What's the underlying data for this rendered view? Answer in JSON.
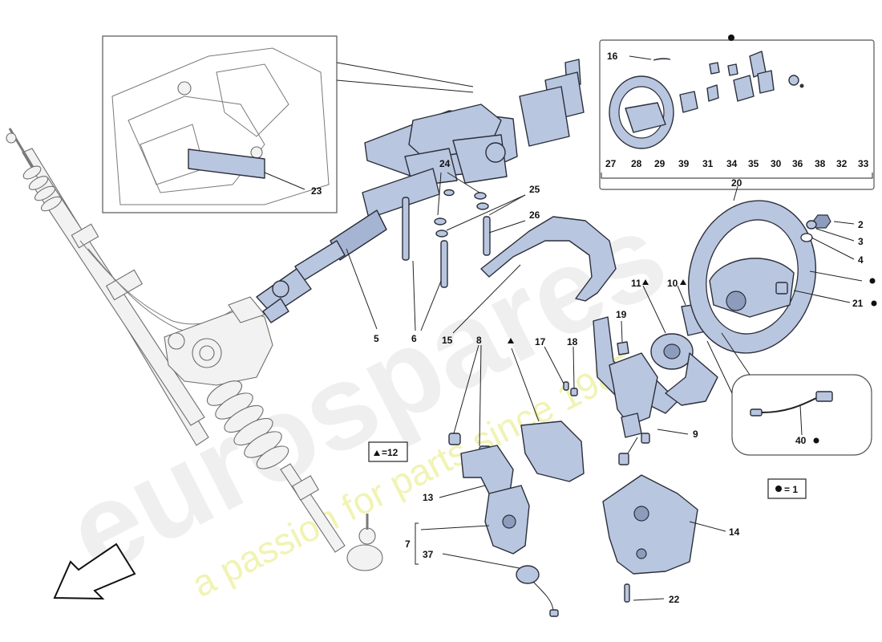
{
  "watermark": {
    "brand": "eurospares",
    "slogan": "a passion for parts since 1985"
  },
  "callouts": [
    "2",
    "3",
    "4",
    "5",
    "6",
    "8",
    "9",
    "10",
    "11",
    "13",
    "14",
    "15",
    "16",
    "17",
    "18",
    "19",
    "20",
    "21",
    "22",
    "23",
    "24",
    "25",
    "26",
    "27",
    "28",
    "29",
    "30",
    "31",
    "32",
    "33",
    "34",
    "35",
    "36",
    "37",
    "38",
    "39",
    "40",
    "7"
  ],
  "legend": {
    "triangle_note": "=12",
    "dot_note": "= 1"
  },
  "colors": {
    "part_fill": "#b9c6e0",
    "outline": "#2b2f3a",
    "watermark": "#e3e3e3",
    "slogan": "#f0f2a8"
  }
}
